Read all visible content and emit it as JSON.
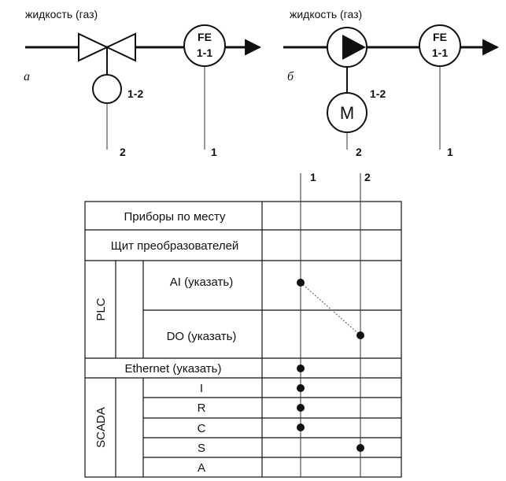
{
  "scheme_a": {
    "medium": "жидкость (газ)",
    "letter": "а",
    "instrument_tag": "FE",
    "instrument_number": "1-1",
    "actuator_number": "1-2",
    "line_1": "1",
    "line_2": "2"
  },
  "scheme_b": {
    "medium": "жидкость (газ)",
    "letter": "б",
    "instrument_tag": "FE",
    "instrument_number": "1-1",
    "motor_symbol": "M",
    "actuator_number": "1-2",
    "line_1": "1",
    "line_2": "2"
  },
  "table": {
    "col_1": "1",
    "col_2": "2",
    "rows": {
      "field": "Приборы по месту",
      "panel": "Щит преобразователей",
      "plc": "PLC",
      "ai": "AI (указать)",
      "do": "DO (указать)",
      "ethernet": "Ethernet (указать)",
      "scada": "SCADA",
      "i": "I",
      "r": "R",
      "c": "C",
      "s": "S",
      "a": "A"
    }
  },
  "colors": {
    "line": "#111111",
    "dashed": "#555555",
    "background": "#ffffff"
  }
}
